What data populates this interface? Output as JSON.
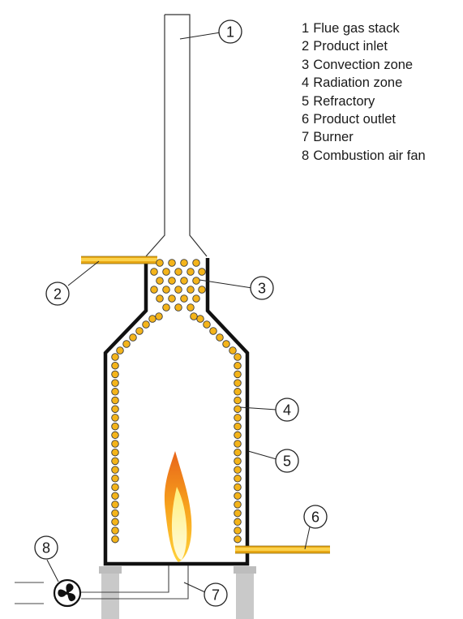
{
  "legend": [
    {
      "number": "1",
      "label": "Flue gas stack"
    },
    {
      "number": "2",
      "label": "Product inlet"
    },
    {
      "number": "3",
      "label": "Convection zone"
    },
    {
      "number": "4",
      "label": "Radiation zone"
    },
    {
      "number": "5",
      "label": "Refractory"
    },
    {
      "number": "6",
      "label": "Product outlet"
    },
    {
      "number": "7",
      "label": "Burner"
    },
    {
      "number": "8",
      "label": "Combustion air fan"
    }
  ],
  "callouts": {
    "c1": "1",
    "c2": "2",
    "c3": "3",
    "c4": "4",
    "c5": "5",
    "c6": "6",
    "c7": "7",
    "c8": "8"
  },
  "colors": {
    "tube": "#f4b41a",
    "tube_outline": "#3a3a3a",
    "wall": "#111111",
    "pipe": "#f0b11c",
    "support": "#c8c8c8",
    "flame_outer": "#f28c16",
    "flame_inner": "#ffe34a"
  }
}
